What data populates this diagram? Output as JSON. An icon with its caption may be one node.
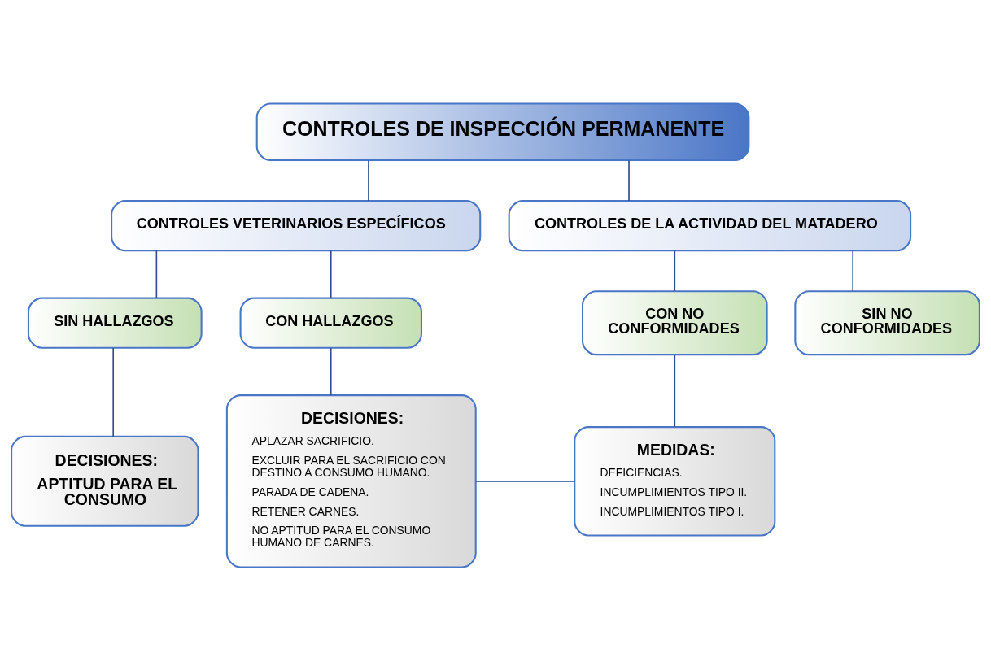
{
  "diagram": {
    "nodes": [
      {
        "text": [
          "CONTROLES DE INSPECCIÓN PERMANENTE"
        ]
      },
      {
        "text": [
          "CONTROLES VETERINARIOS ESPECÍFICOS"
        ]
      },
      {
        "text": [
          "CONTROLES DE LA ACTIVIDAD DEL MATADERO"
        ]
      },
      {
        "text": [
          "SIN HALLAZGOS"
        ]
      },
      {
        "text": [
          "CON HALLAZGOS"
        ]
      },
      {
        "text": [
          "CON NO CONFORMIDADES"
        ]
      },
      {
        "text": [
          "SIN NO CONFORMIDADES"
        ]
      },
      {
        "text": [
          "DECISIONES:",
          "APTITUD PARA EL CONSUMO"
        ]
      },
      {
        "text": [
          "DECISIONES:",
          "APLAZAR SACRIFICIO.",
          "EXCLUIR PARA EL SACRIFICIO CON DESTINO A CONSUMO HUMANO.",
          "PARADA DE CADENA.",
          "RETENER CARNES.",
          "NO APTITUD PARA EL CONSUMO HUMANO DE CARNES."
        ]
      },
      {
        "text": [
          "MEDIDAS:",
          "DEFICIENCIAS.",
          "INCUMPLIMIENTOS TIPO II.",
          "INCUMPLIMIENTOS TIPO I."
        ]
      }
    ],
    "edges": [
      {
        "from": 0,
        "to": 1,
        "arrow": "none"
      },
      {
        "from": 0,
        "to": 2,
        "arrow": "none"
      },
      {
        "from": 1,
        "to": 3,
        "arrow": "none"
      },
      {
        "from": 1,
        "to": 4,
        "arrow": "none"
      },
      {
        "from": 2,
        "to": 5,
        "arrow": "none"
      },
      {
        "from": 2,
        "to": 6,
        "arrow": "none"
      },
      {
        "from": 3,
        "to": 7,
        "arrow": "none"
      },
      {
        "from": 4,
        "to": 8,
        "arrow": "none"
      },
      {
        "from": 5,
        "to": 9,
        "arrow": "none"
      },
      {
        "from": 8,
        "to": 9,
        "arrow": "none"
      }
    ]
  }
}
